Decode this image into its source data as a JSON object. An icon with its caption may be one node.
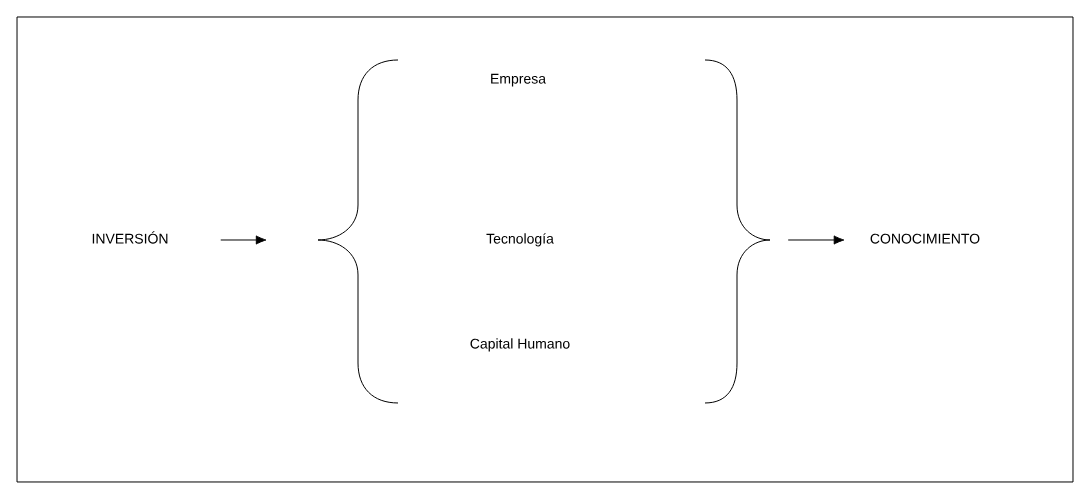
{
  "diagram": {
    "nodes": [
      {
        "text": [
          "INVERSIÓN"
        ]
      },
      {
        "text": [],
        "shape": "bracket"
      },
      {
        "text": [
          "Empresa"
        ],
        "in": 1
      },
      {
        "text": [
          "Tecnología"
        ],
        "in": 1
      },
      {
        "text": [
          "Capital Humano"
        ],
        "in": 1
      },
      {
        "text": [
          "CONOCIMIENTO"
        ]
      }
    ],
    "edges": [
      {
        "from": 0,
        "to": 1,
        "arrow": "to"
      },
      {
        "from": 1,
        "to": 5,
        "arrow": "to"
      }
    ]
  }
}
